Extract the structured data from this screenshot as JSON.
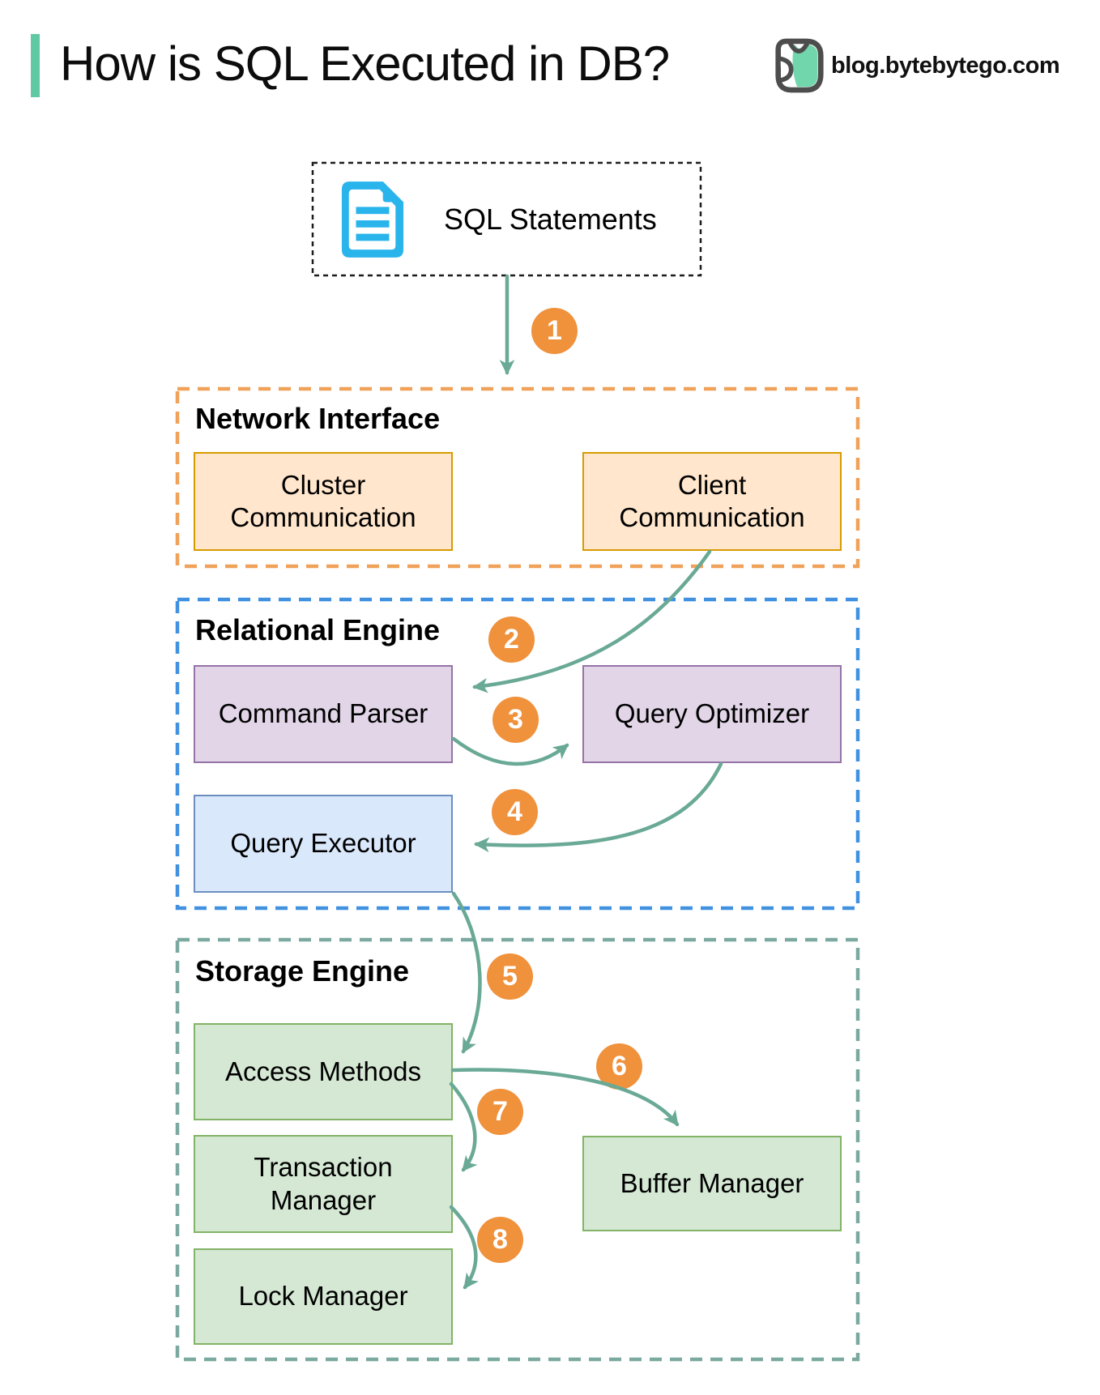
{
  "header": {
    "title": "How is SQL Executed in DB?",
    "brand": "blog.bytebytego.com",
    "logo_icon": "bytebytego-owl-icon",
    "accent_bar_color": "#5FC9A4"
  },
  "source": {
    "label": "SQL Statements",
    "icon": "sql-document-icon",
    "icon_color": "#29B4EC"
  },
  "sections": {
    "network": {
      "label": "Network Interface",
      "border_color": "#F0A25A",
      "boxes": {
        "cluster": "Cluster Communication",
        "client": "Client Communication"
      }
    },
    "relational": {
      "label": "Relational Engine",
      "border_color": "#4191E1",
      "boxes": {
        "parser": "Command Parser",
        "optimizer": "Query Optimizer",
        "executor": "Query Executor"
      }
    },
    "storage": {
      "label": "Storage Engine",
      "border_color": "#7BA9A0",
      "boxes": {
        "access": "Access Methods",
        "transaction": "Transaction Manager",
        "buffer": "Buffer Manager",
        "lock": "Lock Manager"
      }
    }
  },
  "steps": [
    {
      "n": "1",
      "from": "SQL Statements",
      "to": "Network Interface"
    },
    {
      "n": "2",
      "from": "Client Communication",
      "to": "Command Parser"
    },
    {
      "n": "3",
      "from": "Command Parser",
      "to": "Query Optimizer"
    },
    {
      "n": "4",
      "from": "Query Optimizer",
      "to": "Query Executor"
    },
    {
      "n": "5",
      "from": "Query Executor",
      "to": "Access Methods"
    },
    {
      "n": "6",
      "from": "Access Methods",
      "to": "Buffer Manager"
    },
    {
      "n": "7",
      "from": "Access Methods",
      "to": "Transaction Manager"
    },
    {
      "n": "8",
      "from": "Transaction Manager",
      "to": "Lock Manager"
    }
  ],
  "colors": {
    "arrow_teal": "#69A995",
    "step_circle_orange": "#F0913C",
    "comm_box_fill": "#FFE6CC",
    "comm_box_border": "#D79B00",
    "parser_box_fill": "#E1D5E7",
    "parser_box_border": "#9673A6",
    "executor_box_fill": "#DAE8FC",
    "executor_box_border": "#6C8EBF",
    "storage_box_fill": "#D5E8D4",
    "storage_box_border": "#82B366"
  }
}
